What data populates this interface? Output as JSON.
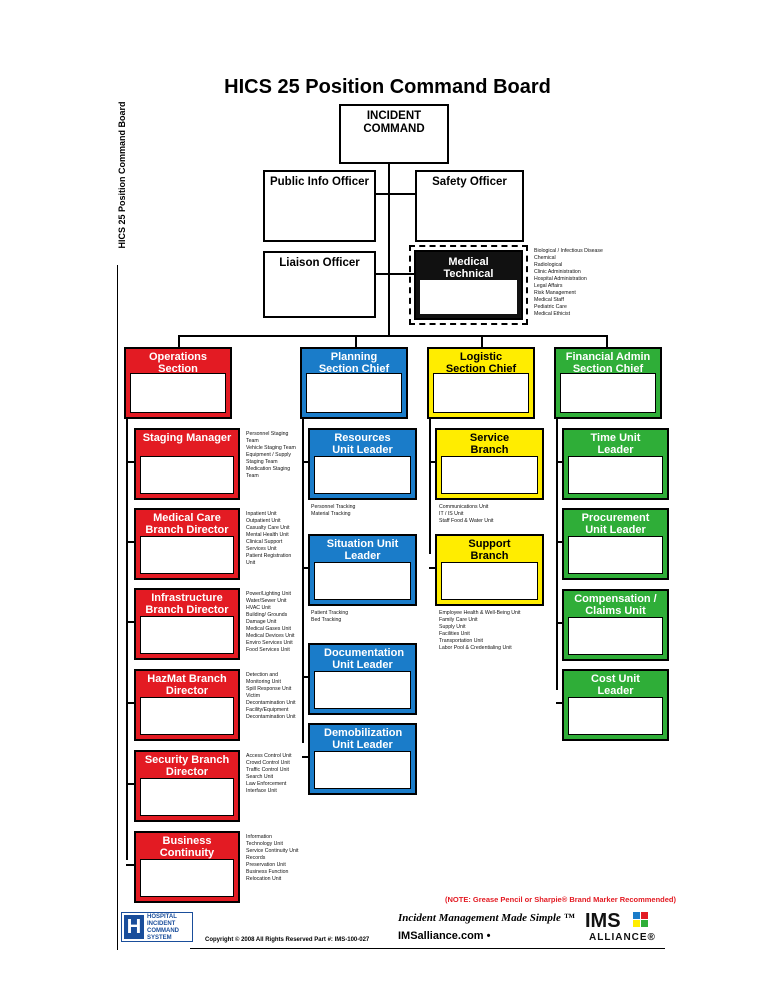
{
  "title": "HICS 25 Position Command Board",
  "side_title": "HICS 25 Position Command Board",
  "command": {
    "incident": "INCIDENT COMMAND",
    "public_info": "Public Info Officer",
    "safety": "Safety Officer",
    "liaison": "Liaison Officer",
    "medtech": "Medical Technical Specialist(s)"
  },
  "medtech_units": [
    "Biological / Infectious Disease",
    "Chemical",
    "Radiological",
    "Clinic Administration",
    "Hospital Administration",
    "Legal Affairs",
    "Risk Management",
    "Medical Staff",
    "Pediatric Care",
    "Medical Ethicist"
  ],
  "sections": {
    "operations": "Operations Section Chief",
    "planning": "Planning Section Chief",
    "logistic": "Logistic Section Chief",
    "finance": "Financial Admin Section Chief"
  },
  "operations": [
    {
      "label": "Staging Manager",
      "units": [
        "Personnel Staging",
        "Team",
        "Vehicle Staging Team",
        "Equipment / Supply",
        "Staging Team",
        "Medication Staging",
        "Team"
      ]
    },
    {
      "label": "Medical Care Branch Director",
      "units": [
        "Inpatient Unit",
        "Outpatient Unit",
        "Casualty Care Unit",
        "Mental Health Unit",
        "Clinical Support",
        "Services Unit",
        "Patient Registration",
        "Unit"
      ]
    },
    {
      "label": "Infrastructure Branch Director",
      "units": [
        "Power/Lighting Unit",
        "Water/Sewer Unit",
        "HVAC Unit",
        "Building/ Grounds",
        "Damage Unit",
        "Medical Gases Unit",
        "Medical Devices Unit",
        "Enviro Services Unit",
        "Food Services Unit"
      ]
    },
    {
      "label": "HazMat Branch Director",
      "units": [
        "Detection and",
        "Monitoring Unit",
        "Spill Response Unit",
        "Victim",
        "Decontamination Unit",
        "Facility/Equipment",
        "Decontamination Unit"
      ]
    },
    {
      "label": "Security Branch Director",
      "units": [
        "Access Control Unit",
        "Crowd Control Unit",
        "Traffic Control Unit",
        "Search Unit",
        "Law Enforcement",
        "Interface Unit"
      ]
    },
    {
      "label": "Business Continuity Branch Director",
      "units": [
        "Information",
        "Technology Unit",
        "Service Continuity Unit",
        "Records",
        "Preservation Unit",
        "Business Function",
        "Relocation Unit"
      ]
    }
  ],
  "planning": [
    {
      "label": "Resources Unit Leader",
      "units": [
        "Personnel Tracking",
        "Material Tracking"
      ]
    },
    {
      "label": "Situation Unit Leader",
      "units": [
        "Patient Tracking",
        "Bed Tracking"
      ]
    },
    {
      "label": "Documentation Unit Leader",
      "units": []
    },
    {
      "label": "Demobilization Unit Leader",
      "units": []
    }
  ],
  "logistic": [
    {
      "label": "Service Branch Director",
      "units": [
        "Communications Unit",
        "IT / IS Unit",
        "Staff Food & Water Unit"
      ]
    },
    {
      "label": "Support Branch Director",
      "units": [
        "Employee Health & Well-Being Unit",
        "Family Care Unit",
        "Supply Unit",
        "Facilities Unit",
        "Transportation Unit",
        "Labor Pool & Credentialing Unit"
      ]
    }
  ],
  "finance": [
    {
      "label": "Time Unit Leader"
    },
    {
      "label": "Procurement Unit Leader"
    },
    {
      "label": "Compensation / Claims Unit Leader"
    },
    {
      "label": "Cost Unit Leader"
    }
  ],
  "footer": {
    "note": "(NOTE: Grease Pencil or Sharpie® Brand Marker Recommended)",
    "copyright": "Copyright © 2008   All Rights Reserved   Part #: IMS-100-027",
    "slogan": "Incident Management Made Simple ™",
    "site": "IMSalliance.com •",
    "ims": "IMS",
    "alliance": "ALLIANCE®",
    "hics_logo": [
      "HOSPITAL",
      "INCIDENT",
      "COMMAND",
      "SYSTEM"
    ],
    "hics_letter": "H"
  },
  "colors": {
    "operations": "#e31b23",
    "planning": "#1a7cc9",
    "logistic": "#ffed00",
    "finance": "#2fae38"
  }
}
